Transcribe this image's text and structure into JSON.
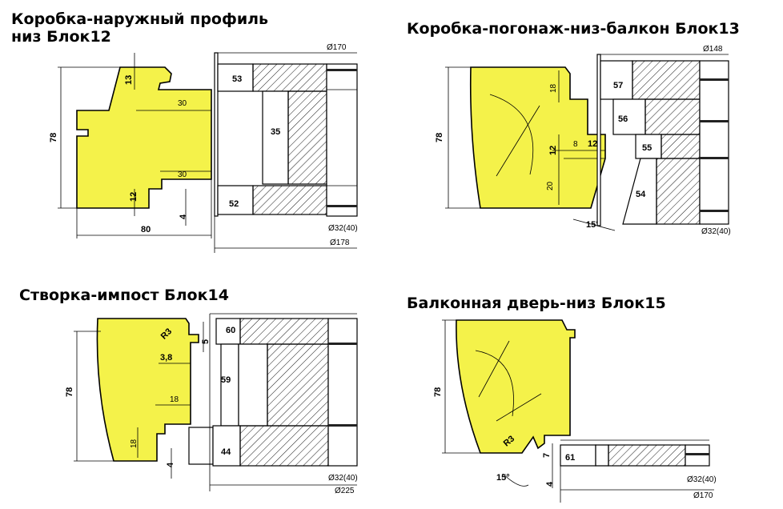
{
  "titles": {
    "b12": "Коробка-наружный профиль\nниз Блок12",
    "b13": "Коробка-погонаж-низ-балкон Блок13",
    "b14": "Створка-импост Блок14",
    "b15": "Балконная дверь-низ Блок15"
  },
  "block12": {
    "h78": "78",
    "h13": "13",
    "w30a": "30",
    "w30b": "30",
    "h12": "12",
    "h4": "4",
    "w80": "80",
    "d170": "Ø170",
    "d32": "Ø32(40)",
    "d178": "Ø178",
    "k53": "53",
    "k35": "35",
    "k52": "52"
  },
  "block13": {
    "h78": "78",
    "h18": "18",
    "w8": "8",
    "w12": "12",
    "h12": "12",
    "h20": "20",
    "a15": "15°",
    "d148": "Ø148",
    "d32": "Ø32(40)",
    "k57": "57",
    "k56": "56",
    "k55": "55",
    "k54": "54"
  },
  "block14": {
    "r3": "R3",
    "h5": "5",
    "w38": "3,8",
    "w18": "18",
    "h78": "78",
    "h18": "18",
    "h4": "4",
    "d32": "Ø32(40)",
    "d225": "Ø225",
    "k60": "60",
    "k59": "59",
    "k44": "44"
  },
  "block15": {
    "h78": "78",
    "r3": "R3",
    "h7": "7",
    "h4": "4",
    "a15": "15°",
    "d32": "Ø32(40)",
    "d170": "Ø170",
    "k61": "61"
  },
  "colors": {
    "profile": "#f4f24a",
    "line": "#000000"
  }
}
